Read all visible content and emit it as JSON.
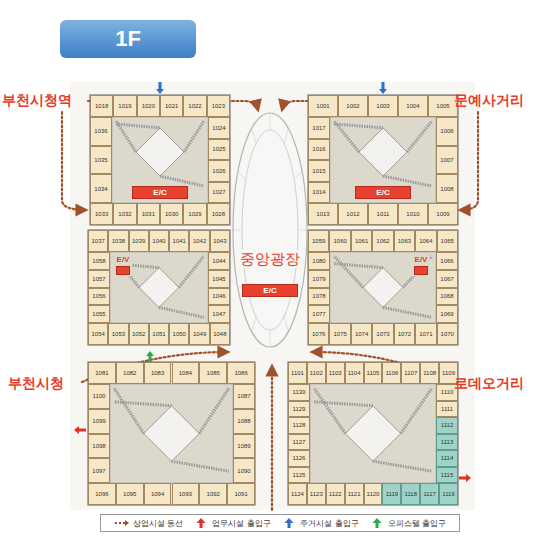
{
  "diagram": {
    "title": "1F",
    "nodes": [
      {
        "text": [
          "중앙광장"
        ]
      },
      {
        "text": [
          "E/C"
        ],
        "in": 0
      },
      {
        "text": [
          "E/C"
        ]
      },
      {
        "text": [
          "E/C"
        ]
      },
      {
        "text": [
          "E/V"
        ]
      },
      {
        "text": [
          "E/V"
        ]
      },
      {
        "text": [
          "1018"
        ]
      },
      {
        "text": [
          "1019"
        ]
      },
      {
        "text": [
          "1020"
        ]
      },
      {
        "text": [
          "1021"
        ]
      },
      {
        "text": [
          "1022"
        ]
      },
      {
        "text": [
          "1023"
        ]
      },
      {
        "text": [
          "1024"
        ]
      },
      {
        "text": [
          "1025"
        ]
      },
      {
        "text": [
          "1026"
        ]
      },
      {
        "text": [
          "1027"
        ]
      },
      {
        "text": [
          "1028"
        ]
      },
      {
        "text": [
          "1029"
        ]
      },
      {
        "text": [
          "1030"
        ]
      },
      {
        "text": [
          "1031"
        ]
      },
      {
        "text": [
          "1032"
        ]
      },
      {
        "text": [
          "1033"
        ]
      },
      {
        "text": [
          "1034"
        ]
      },
      {
        "text": [
          "1035"
        ]
      },
      {
        "text": [
          "1036"
        ]
      },
      {
        "text": [
          "1001"
        ]
      },
      {
        "text": [
          "1002"
        ]
      },
      {
        "text": [
          "1003"
        ]
      },
      {
        "text": [
          "1004"
        ]
      },
      {
        "text": [
          "1005"
        ]
      },
      {
        "text": [
          "1006"
        ]
      },
      {
        "text": [
          "1007"
        ]
      },
      {
        "text": [
          "1008"
        ]
      },
      {
        "text": [
          "1009"
        ]
      },
      {
        "text": [
          "1010"
        ]
      },
      {
        "text": [
          "1011"
        ]
      },
      {
        "text": [
          "1012"
        ]
      },
      {
        "text": [
          "1013"
        ]
      },
      {
        "text": [
          "1014"
        ]
      },
      {
        "text": [
          "1015"
        ]
      },
      {
        "text": [
          "1016"
        ]
      },
      {
        "text": [
          "1017"
        ]
      },
      {
        "text": [
          "1037"
        ]
      },
      {
        "text": [
          "1038"
        ]
      },
      {
        "text": [
          "1039"
        ]
      },
      {
        "text": [
          "1040"
        ]
      },
      {
        "text": [
          "1041"
        ]
      },
      {
        "text": [
          "1042"
        ]
      },
      {
        "text": [
          "1043"
        ]
      },
      {
        "text": [
          "1044"
        ]
      },
      {
        "text": [
          "1045"
        ]
      },
      {
        "text": [
          "1046"
        ]
      },
      {
        "text": [
          "1047"
        ]
      },
      {
        "text": [
          "1048"
        ]
      },
      {
        "text": [
          "1049"
        ]
      },
      {
        "text": [
          "1050"
        ]
      },
      {
        "text": [
          "1051"
        ]
      },
      {
        "text": [
          "1052"
        ]
      },
      {
        "text": [
          "1053"
        ]
      },
      {
        "text": [
          "1054"
        ]
      },
      {
        "text": [
          "1055"
        ]
      },
      {
        "text": [
          "1056"
        ]
      },
      {
        "text": [
          "1057"
        ]
      },
      {
        "text": [
          "1058"
        ]
      },
      {
        "text": [
          "1059"
        ]
      },
      {
        "text": [
          "1060"
        ]
      },
      {
        "text": [
          "1061"
        ]
      },
      {
        "text": [
          "1062"
        ]
      },
      {
        "text": [
          "1063"
        ]
      },
      {
        "text": [
          "1064"
        ]
      },
      {
        "text": [
          "1065"
        ]
      },
      {
        "text": [
          "1066"
        ]
      },
      {
        "text": [
          "1067"
        ]
      },
      {
        "text": [
          "1068"
        ]
      },
      {
        "text": [
          "1069"
        ]
      },
      {
        "text": [
          "1070"
        ]
      },
      {
        "text": [
          "1071"
        ]
      },
      {
        "text": [
          "1072"
        ]
      },
      {
        "text": [
          "1073"
        ]
      },
      {
        "text": [
          "1074"
        ]
      },
      {
        "text": [
          "1075"
        ]
      },
      {
        "text": [
          "1076"
        ]
      },
      {
        "text": [
          "1077"
        ]
      },
      {
        "text": [
          "1078"
        ]
      },
      {
        "text": [
          "1079"
        ]
      },
      {
        "text": [
          "1080"
        ]
      },
      {
        "text": [
          "1081"
        ]
      },
      {
        "text": [
          "1082"
        ]
      },
      {
        "text": [
          "1083"
        ]
      },
      {
        "text": [
          "1084"
        ]
      },
      {
        "text": [
          "1085"
        ]
      },
      {
        "text": [
          "1086"
        ]
      },
      {
        "text": [
          "1087"
        ]
      },
      {
        "text": [
          "1088"
        ]
      },
      {
        "text": [
          "1089"
        ]
      },
      {
        "text": [
          "1090"
        ]
      },
      {
        "text": [
          "1091"
        ]
      },
      {
        "text": [
          "1092"
        ]
      },
      {
        "text": [
          "1093"
        ]
      },
      {
        "text": [
          "1094"
        ]
      },
      {
        "text": [
          "1095"
        ]
      },
      {
        "text": [
          "1096"
        ]
      },
      {
        "text": [
          "1097"
        ]
      },
      {
        "text": [
          "1098"
        ]
      },
      {
        "text": [
          "1099"
        ]
      },
      {
        "text": [
          "1100"
        ]
      },
      {
        "text": [
          "1101"
        ]
      },
      {
        "text": [
          "1102"
        ]
      },
      {
        "text": [
          "1103"
        ]
      },
      {
        "text": [
          "1104"
        ]
      },
      {
        "text": [
          "1105"
        ]
      },
      {
        "text": [
          "1106"
        ]
      },
      {
        "text": [
          "1107"
        ]
      },
      {
        "text": [
          "1108"
        ]
      },
      {
        "text": [
          "1109"
        ]
      },
      {
        "text": [
          "1110"
        ]
      },
      {
        "text": [
          "1111"
        ]
      },
      {
        "text": [
          "1112"
        ]
      },
      {
        "text": [
          "1113"
        ]
      },
      {
        "text": [
          "1114"
        ]
      },
      {
        "text": [
          "1115"
        ]
      },
      {
        "text": [
          "1116"
        ]
      },
      {
        "text": [
          "1117"
        ]
      },
      {
        "text": [
          "1118"
        ]
      },
      {
        "text": [
          "1119"
        ]
      },
      {
        "text": [
          "1120"
        ]
      },
      {
        "text": [
          "1121"
        ]
      },
      {
        "text": [
          "1122"
        ]
      },
      {
        "text": [
          "1123"
        ]
      },
      {
        "text": [
          "1124"
        ]
      },
      {
        "text": [
          "1125"
        ]
      },
      {
        "text": [
          "1126"
        ]
      },
      {
        "text": [
          "1127"
        ]
      },
      {
        "text": [
          "1128"
        ]
      },
      {
        "text": [
          "1129"
        ]
      },
      {
        "text": [
          "1130"
        ]
      }
    ],
    "labels": [
      "부천시청역",
      "문예사거리",
      "부천시청",
      "로데오거리"
    ],
    "legend": [
      {
        "text": "상업시설 동선"
      },
      {
        "text": "업무시설 출입구"
      },
      {
        "text": "주거시설 출입구"
      },
      {
        "text": "오피스텔 출입구"
      }
    ]
  }
}
